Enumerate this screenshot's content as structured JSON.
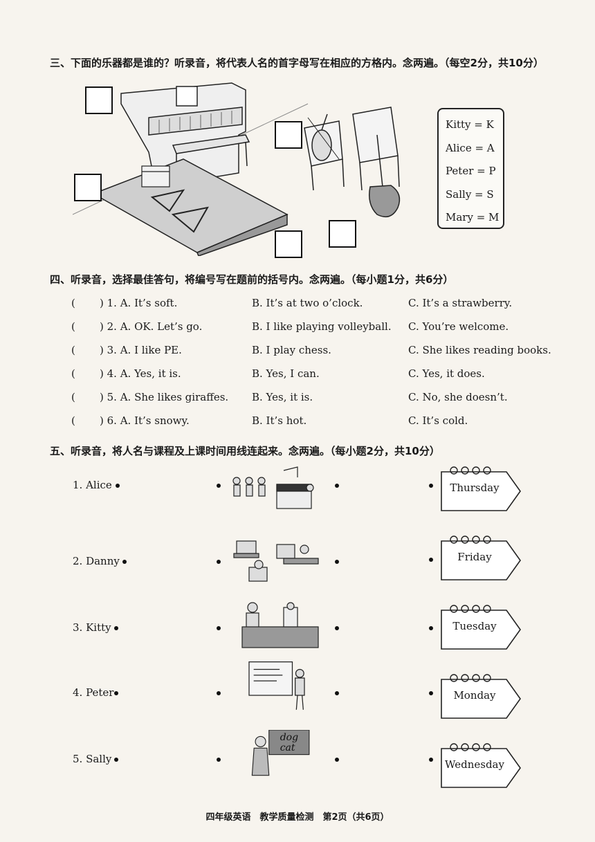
{
  "section3": {
    "title": "三、下面的乐器都是谁的？听录音，将代表人名的首字母写在相应的方格内。念两遍。（每空2分，共10分）",
    "legend": [
      "Kitty = K",
      "Alice = A",
      "Peter = P",
      "Sally = S",
      "Mary = M"
    ]
  },
  "section4": {
    "title": "四、听录音，选择最佳答句，将编号写在题前的括号内。念两遍。（每小题1分，共6分）",
    "paren_open": "(",
    "questions": [
      {
        "a": ") 1. A. It’s soft.",
        "b": "B. It’s at two o’clock.",
        "c": "C. It’s a strawberry."
      },
      {
        "a": ") 2. A. OK. Let’s go.",
        "b": "B. I like playing volleyball.",
        "c": "C. You’re welcome."
      },
      {
        "a": ") 3. A. I like PE.",
        "b": "B. I play chess.",
        "c": "C. She likes reading books."
      },
      {
        "a": ") 4. A. Yes, it is.",
        "b": "B. Yes, I can.",
        "c": "C. Yes, it does."
      },
      {
        "a": ") 5. A. She likes giraffes.",
        "b": "B. Yes, it is.",
        "c": "C. No, she doesn’t."
      },
      {
        "a": ") 6. A. It’s snowy.",
        "b": "B. It’s hot.",
        "c": "C. It’s cold."
      }
    ]
  },
  "section5": {
    "title": "五、听录音，将人名与课程及上课时间用线连起来。念两遍。（每小题2分，共10分）",
    "names": [
      "1. Alice",
      "2. Danny",
      "3. Kitty",
      "4. Peter",
      "5. Sally"
    ],
    "days": [
      "Thursday",
      "Friday",
      "Tuesday",
      "Monday",
      "Wednesday"
    ],
    "board_words": [
      "dog",
      "cat"
    ]
  },
  "footer": "四年级英语　教学质量检测　第2页（共6页）"
}
